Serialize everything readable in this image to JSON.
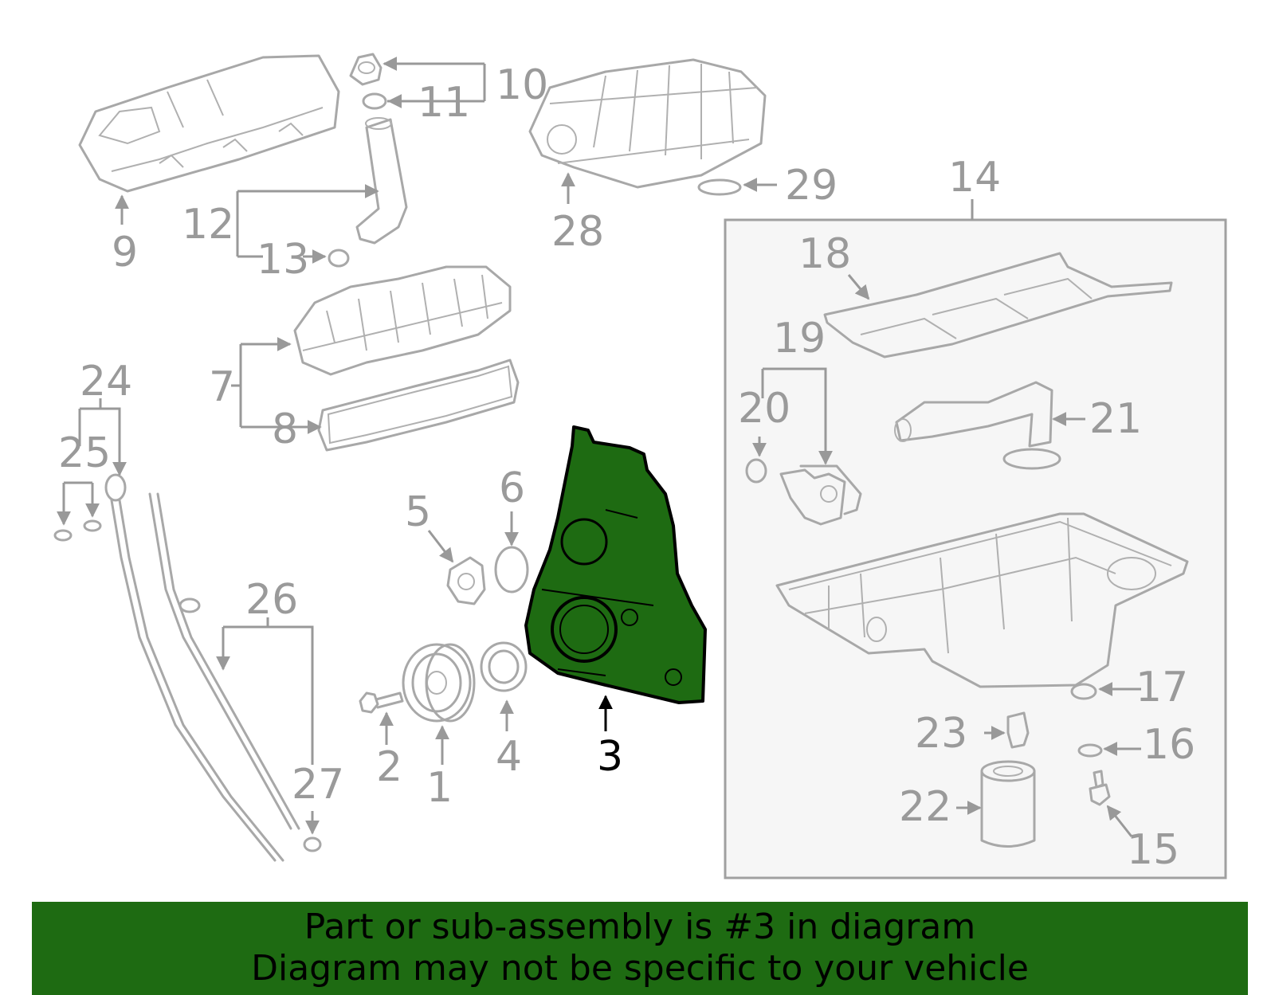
{
  "diagram": {
    "highlight_part": "3",
    "highlight_color": "#1e6b12",
    "line_color": "#a8a8a8",
    "box_fill": "#f6f6f6",
    "callouts": [
      "1",
      "2",
      "3",
      "4",
      "5",
      "6",
      "7",
      "8",
      "9",
      "10",
      "11",
      "12",
      "13",
      "14",
      "15",
      "16",
      "17",
      "18",
      "19",
      "20",
      "21",
      "22",
      "23",
      "24",
      "25",
      "26",
      "27",
      "28",
      "29"
    ]
  },
  "banner": {
    "line1": "Part or sub-assembly is #3 in diagram",
    "line2": "Diagram may not be specific to your vehicle",
    "background": "#1e6b12"
  }
}
